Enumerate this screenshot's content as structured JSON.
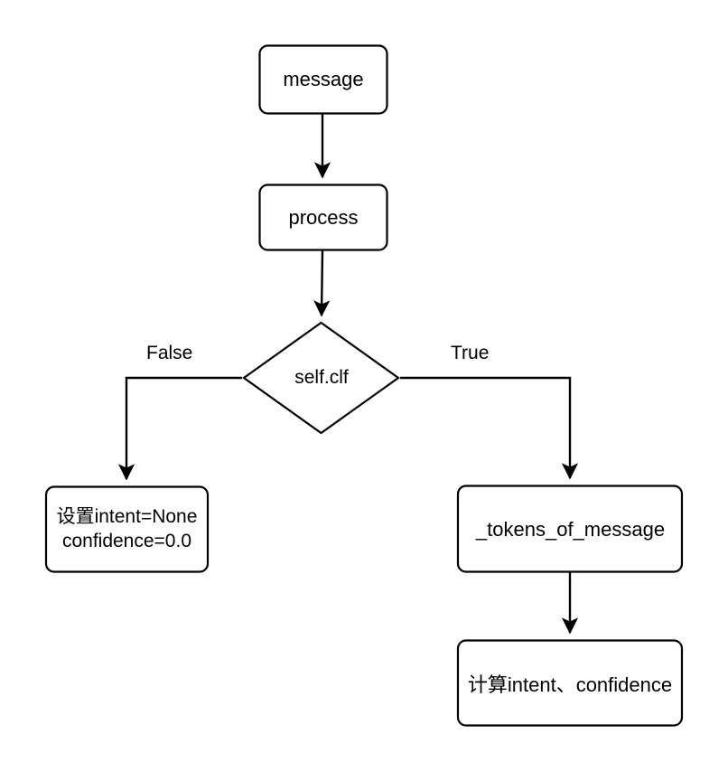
{
  "diagram": {
    "title": "message process flowchart",
    "background_color": "#ffffff",
    "stroke_color": "#000000",
    "text_color": "#000000",
    "nodes": {
      "message": {
        "label": "message",
        "shape": "rounded-rect"
      },
      "process": {
        "label": "process",
        "shape": "rounded-rect"
      },
      "decision": {
        "label": "self.clf",
        "shape": "diamond"
      },
      "set_none": {
        "shape": "rounded-rect",
        "line1": "设置intent=None",
        "line2": "confidence=0.0"
      },
      "tokens": {
        "label": "_tokens_of_message",
        "shape": "rounded-rect"
      },
      "compute": {
        "label": "计算intent、confidence",
        "shape": "rounded-rect"
      }
    },
    "edges": {
      "message_to_process": {
        "label": ""
      },
      "process_to_decision": {
        "label": ""
      },
      "decision_false": {
        "label": "False"
      },
      "decision_true": {
        "label": "True"
      },
      "tokens_to_compute": {
        "label": ""
      }
    }
  }
}
